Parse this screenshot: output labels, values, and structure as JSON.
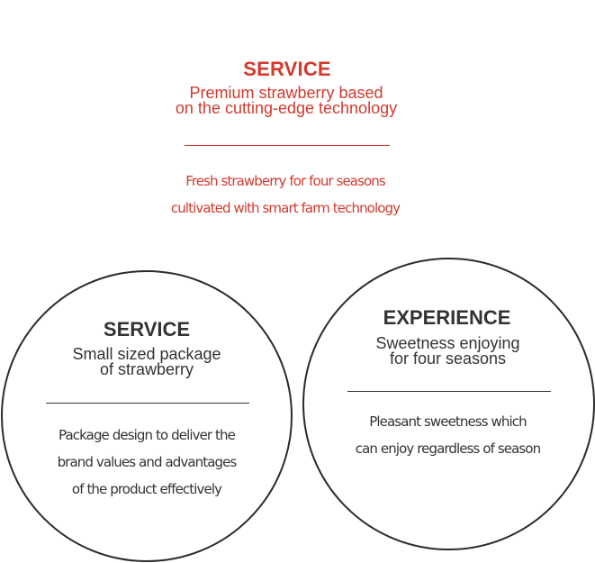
{
  "intro": {
    "title": "SERVICE",
    "subtitle_lines": [
      "Premium strawberry based",
      "on the cutting-edge technology"
    ],
    "description_lines": [
      "Fresh strawberry for four seasons",
      "cultivated with smart farm technology"
    ],
    "accent_color": "#d23a2e"
  },
  "circles": [
    {
      "title": "SERVICE",
      "subtitle_lines": [
        "Small sized package",
        "of strawberry"
      ],
      "description_lines": [
        "Package design to deliver the",
        "brand values and advantages",
        "of the product effectively"
      ]
    },
    {
      "title": "EXPERIENCE",
      "subtitle_lines": [
        "Sweetness enjoying",
        "for four seasons"
      ],
      "description_lines": [
        "Pleasant sweetness which",
        "can enjoy regardless of season"
      ]
    }
  ],
  "text_color": "#333333"
}
